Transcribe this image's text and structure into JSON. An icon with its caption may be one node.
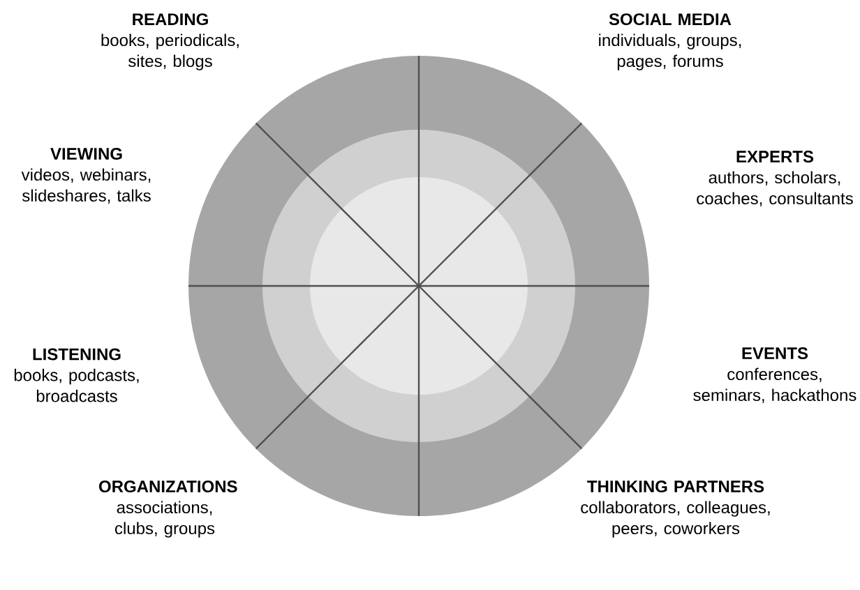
{
  "diagram": {
    "nodes": [
      {
        "text": [
          "READING",
          "books, periodicals, sites, blogs"
        ]
      },
      {
        "text": [
          "SOCIAL MEDIA",
          "individuals, groups, pages, forums"
        ]
      },
      {
        "text": [
          "VIEWING",
          "videos, webinars, slideshares, talks"
        ]
      },
      {
        "text": [
          "EXPERTS",
          "authors, scholars, coaches, consultants"
        ]
      },
      {
        "text": [
          "LISTENING",
          "books, podcasts, broadcasts"
        ]
      },
      {
        "text": [
          "EVENTS",
          "conferences, seminars, hackathons"
        ]
      },
      {
        "text": [
          "ORGANIZATIONS",
          "associations, clubs, groups"
        ]
      },
      {
        "text": [
          "THINKING PARTNERS",
          "collaborators, colleagues, peers, coworkers"
        ]
      }
    ]
  }
}
